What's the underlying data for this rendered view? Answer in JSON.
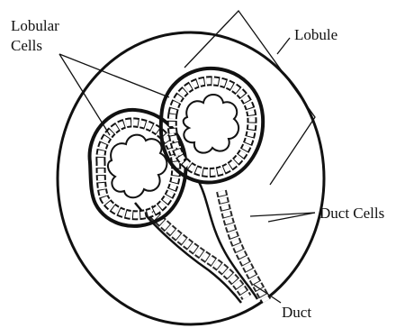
{
  "labels": {
    "lobular_cells_line1": "Lobular",
    "lobular_cells_line2": "Cells",
    "lobule": "Lobule",
    "duct_cells": "Duct Cells",
    "duct": "Duct"
  },
  "colors": {
    "ink": "#111111",
    "paper": "#ffffff"
  }
}
